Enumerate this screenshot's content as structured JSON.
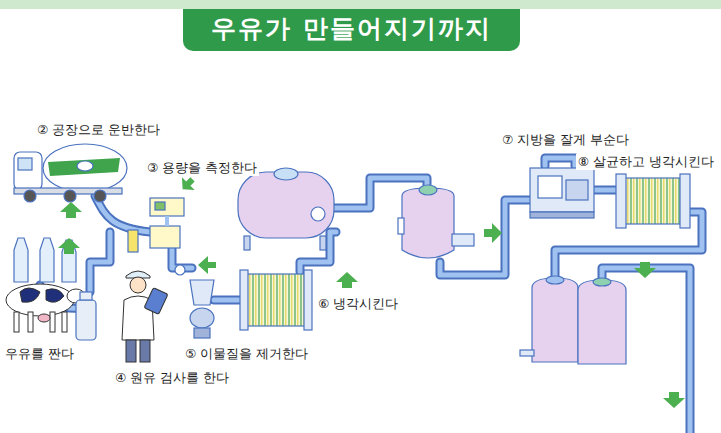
{
  "diagram": {
    "title": "우유가 만들어지기까지",
    "labels": [
      "② 공장으로 운반한다",
      "③ 용량을 측정한다",
      "⑦ 지방을 잘게 부순다",
      "⑧ 살균하고 냉각시킨다",
      "⑥ 냉각시킨다",
      "우유를 짠다",
      "⑤ 이물질을 제거한다",
      "④ 원유 검사를 한다"
    ]
  }
}
